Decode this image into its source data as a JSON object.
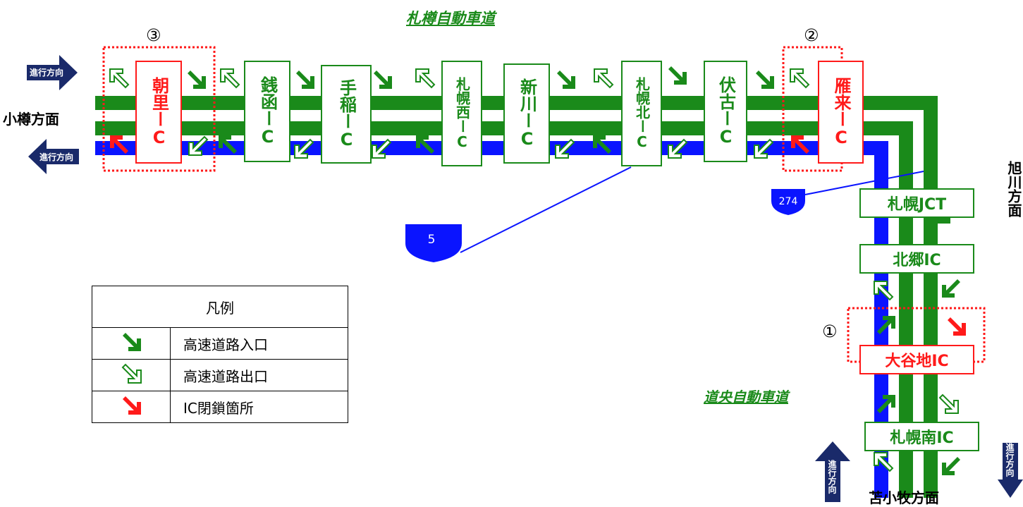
{
  "titles": {
    "sassho": "札樽自動車道",
    "doou": "道央自動車道"
  },
  "directions": {
    "otaru": "小樽方面",
    "asahikawa": "旭川方面",
    "tomakomai": "苫小牧方面",
    "travel_direction": "進行方向"
  },
  "interchanges_top": [
    {
      "name": "朝里IC",
      "label": "朝里ーC",
      "closed": true
    },
    {
      "name": "銭函IC",
      "label": "銭函ーC",
      "closed": false
    },
    {
      "name": "手稲IC",
      "label": "手稲ーC",
      "closed": false
    },
    {
      "name": "札幌西IC",
      "label": "札幌西ーC",
      "closed": false
    },
    {
      "name": "新川IC",
      "label": "新川ーC",
      "closed": false
    },
    {
      "name": "札幌北IC",
      "label": "札幌北ーC",
      "closed": false
    },
    {
      "name": "伏古IC",
      "label": "伏古ーC",
      "closed": false
    },
    {
      "name": "雁来IC",
      "label": "雁来ーC",
      "closed": true
    }
  ],
  "interchanges_right": [
    {
      "name": "札幌JCT",
      "closed": false
    },
    {
      "name": "北郷IC",
      "closed": false
    },
    {
      "name": "大谷地IC",
      "closed": true
    },
    {
      "name": "札幌南IC",
      "closed": false
    }
  ],
  "markers": {
    "m1": "①",
    "m2": "②",
    "m3": "③"
  },
  "routes": {
    "r5": "5",
    "r274": "274"
  },
  "legend": {
    "title": "凡例",
    "items": [
      {
        "label": "高速道路入口",
        "icon": "entrance-arrow-icon"
      },
      {
        "label": "高速道路出口",
        "icon": "exit-arrow-icon"
      },
      {
        "label": "IC閉鎖箇所",
        "icon": "closed-arrow-icon"
      }
    ]
  },
  "colors": {
    "green": "#1a8a1a",
    "blue": "#0a14ff",
    "red": "#ff1a1a",
    "navy": "#1a2a6a"
  }
}
